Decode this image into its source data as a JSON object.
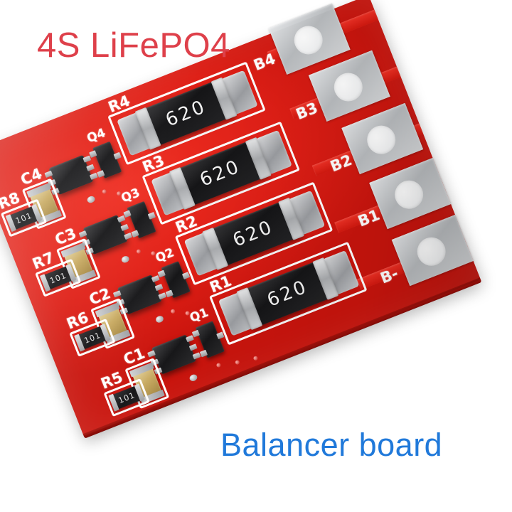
{
  "overlay": {
    "title": "4S LiFePO4",
    "title_color": "#de404a",
    "subtitle": "Balancer board",
    "subtitle_color": "#2079da"
  },
  "board": {
    "solder_mask_color": "#e01f16",
    "silkscreen_color": "#ffffff",
    "rotation_deg": -21.5,
    "terminal_pads": [
      {
        "label": "B4"
      },
      {
        "label": "B3"
      },
      {
        "label": "B2"
      },
      {
        "label": "B1"
      },
      {
        "label": "B-"
      }
    ],
    "power_resistors": [
      {
        "ref": "R4",
        "code": "620"
      },
      {
        "ref": "R3",
        "code": "620"
      },
      {
        "ref": "R2",
        "code": "620"
      },
      {
        "ref": "R1",
        "code": "620"
      }
    ],
    "chip_resistors": [
      {
        "ref": "R8",
        "code": "101"
      },
      {
        "ref": "R7",
        "code": "101"
      },
      {
        "ref": "R6",
        "code": "101"
      },
      {
        "ref": "R5",
        "code": "101"
      }
    ],
    "capacitors": [
      {
        "ref": "C4"
      },
      {
        "ref": "C3"
      },
      {
        "ref": "C2"
      },
      {
        "ref": "C1"
      }
    ],
    "transistors": [
      {
        "ref": "Q4"
      },
      {
        "ref": "Q3"
      },
      {
        "ref": "Q2"
      },
      {
        "ref": "Q1"
      }
    ]
  }
}
